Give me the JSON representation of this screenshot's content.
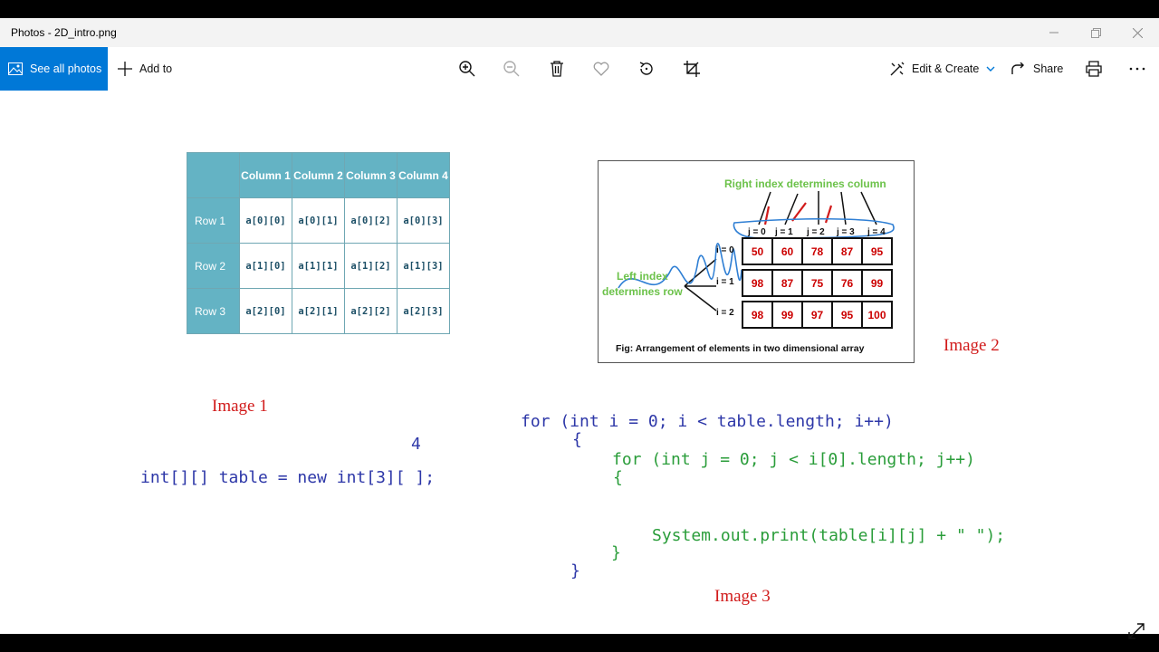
{
  "window": {
    "title": "Photos - 2D_intro.png"
  },
  "toolbar": {
    "see_all": "See all photos",
    "add_to": "Add to",
    "edit_create": "Edit & Create",
    "share": "Share"
  },
  "image1": {
    "headers": [
      "",
      "Column 1",
      "Column 2",
      "Column 3",
      "Column 4"
    ],
    "rows": [
      {
        "label": "Row 1",
        "cells": [
          "a[0][0]",
          "a[0][1]",
          "a[0][2]",
          "a[0][3]"
        ]
      },
      {
        "label": "Row 2",
        "cells": [
          "a[1][0]",
          "a[1][1]",
          "a[1][2]",
          "a[1][3]"
        ]
      },
      {
        "label": "Row 3",
        "cells": [
          "a[2][0]",
          "a[2][1]",
          "a[2][2]",
          "a[2][3]"
        ]
      }
    ],
    "caption": "Image 1",
    "annot": "4",
    "code": "int[][] table = new int[3][ ];"
  },
  "image2": {
    "right_index": "Right index determines column",
    "left_index_1": "Left index",
    "left_index_2": "determines row",
    "j_labels": [
      "j = 0",
      "j = 1",
      "j = 2",
      "j = 3",
      "j = 4"
    ],
    "i_labels": [
      "i = 0",
      "i = 1",
      "i = 2"
    ],
    "grid": [
      [
        "50",
        "60",
        "78",
        "87",
        "95"
      ],
      [
        "98",
        "87",
        "75",
        "76",
        "99"
      ],
      [
        "98",
        "99",
        "97",
        "95",
        "100"
      ]
    ],
    "fig_caption": "Fig: Arrangement of elements in two dimensional array",
    "caption": "Image 2"
  },
  "image3": {
    "line1": "for (int i = 0; i < table.length; i++)",
    "brace_open1": "{",
    "line2": "for (int j = 0; j < i[0].length; j++)",
    "brace_open2": "{",
    "line3": "System.out.print(table[i][j] + \" \");",
    "brace_close2": "}",
    "brace_close1": "}",
    "caption": "Image 3"
  },
  "colors": {
    "accent": "#0078d7",
    "table_header": "#64b3c4",
    "caption_red": "#d11b1b",
    "code_blue": "#2d37a8",
    "code_green": "#2a9d3a"
  }
}
